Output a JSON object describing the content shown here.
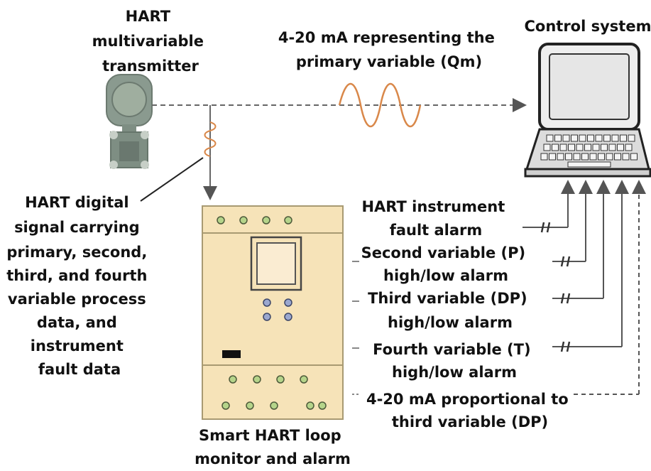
{
  "labels": {
    "transmitter": [
      "HART",
      "multivariable",
      "transmitter"
    ],
    "loop_signal": [
      "4-20 mA representing the",
      "primary variable (Qm)"
    ],
    "control_system": "Control system",
    "digital_signal": [
      "HART digital",
      "signal carrying",
      "primary, second,",
      "third, and fourth",
      "variable process",
      "data, and",
      "instrument",
      "fault data"
    ],
    "fault_alarm": [
      "HART instrument",
      "fault alarm"
    ],
    "second_alarm": [
      "Second variable (P)",
      "high/low alarm"
    ],
    "third_alarm": [
      "Third variable (DP)",
      "high/low alarm"
    ],
    "fourth_alarm": [
      "Fourth variable (T)",
      "high/low alarm"
    ],
    "analog_out": [
      "4-20 mA proportional to",
      "third variable (DP)"
    ],
    "monitor": [
      "Smart HART loop",
      "monitor and alarm"
    ]
  },
  "colors": {
    "transmitter_body": "#8a9a8f",
    "signal_wave": "#d9884a",
    "monitor_fill": "#f6e3b8",
    "monitor_stroke": "#a89a72",
    "led": "#b5d48a",
    "button": "#9ba8cf",
    "wire": "#666666",
    "laptop_screen": "#e6e6e6"
  }
}
